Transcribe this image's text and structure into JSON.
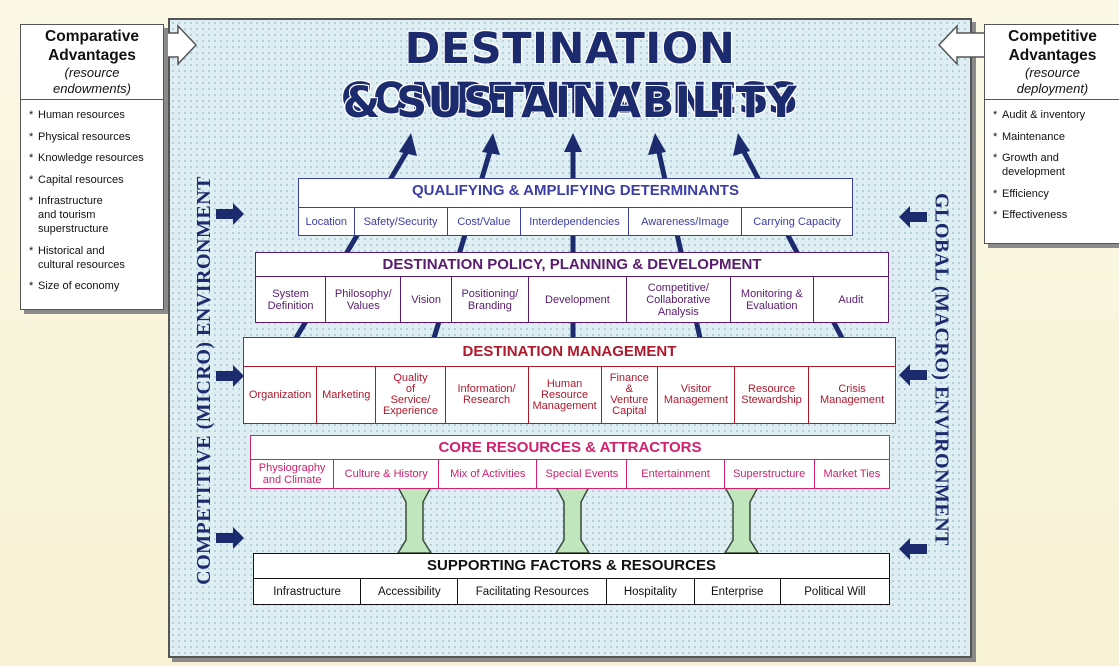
{
  "title": {
    "line1": "DESTINATION COMPETITIVENESS",
    "line2": "& SUSTAINABILITY"
  },
  "comparative": {
    "title": "Comparative\nAdvantages",
    "subtitle": "(resource\nendowments)",
    "items": [
      "Human resources",
      "Physical resources",
      "Knowledge resources",
      "Capital resources",
      "Infrastructure\nand tourism\nsuperstructure",
      "Historical and\ncultural resources",
      "Size of economy"
    ]
  },
  "competitive": {
    "title": "Competitive\nAdvantages",
    "subtitle": "(resource\ndeployment)",
    "items": [
      "Audit & inventory",
      "Maintenance",
      "Growth and\ndevelopment",
      "Efficiency",
      "Effectiveness"
    ]
  },
  "micro_label": "COMPETITIVE (MICRO) ENVIRONMENT",
  "macro_label": "GLOBAL (MACRO) ENVIRONMENT",
  "bullet": "*",
  "bands": {
    "qualifying": {
      "title": "QUALIFYING & AMPLIFYING DETERMINANTS",
      "color": "#3c3ea8",
      "cells": [
        "Location",
        "Safety/Security",
        "Cost/Value",
        "Interdependencies",
        "Awareness/Image",
        "Carrying Capacity"
      ]
    },
    "policy": {
      "title": "DESTINATION POLICY, PLANNING & DEVELOPMENT",
      "color": "#5a1c6e",
      "cells": [
        "System\nDefinition",
        "Philosophy/\nValues",
        "Vision",
        "Positioning/\nBranding",
        "Development",
        "Competitive/\nCollaborative\nAnalysis",
        "Monitoring &\nEvaluation",
        "Audit"
      ]
    },
    "management": {
      "title": "DESTINATION MANAGEMENT",
      "color": "#b0182c",
      "cells": [
        "Organization",
        "Marketing",
        "Quality\nof\nService/\nExperience",
        "Information/\nResearch",
        "Human\nResource\nManagement",
        "Finance\n&\nVenture\nCapital",
        "Visitor\nManagement",
        "Resource\nStewardship",
        "Crisis\nManagement"
      ]
    },
    "core": {
      "title": "CORE RESOURCES & ATTRACTORS",
      "color": "#d0206e",
      "cells": [
        "Physiography\nand Climate",
        "Culture & History",
        "Mix of Activities",
        "Special Events",
        "Entertainment",
        "Superstructure",
        "Market Ties"
      ]
    },
    "supporting": {
      "title": "SUPPORTING FACTORS & RESOURCES",
      "color": "#111111",
      "cells": [
        "Infrastructure",
        "Accessibility",
        "Facilitating Resources",
        "Hospitality",
        "Enterprise",
        "Political Will"
      ]
    }
  }
}
